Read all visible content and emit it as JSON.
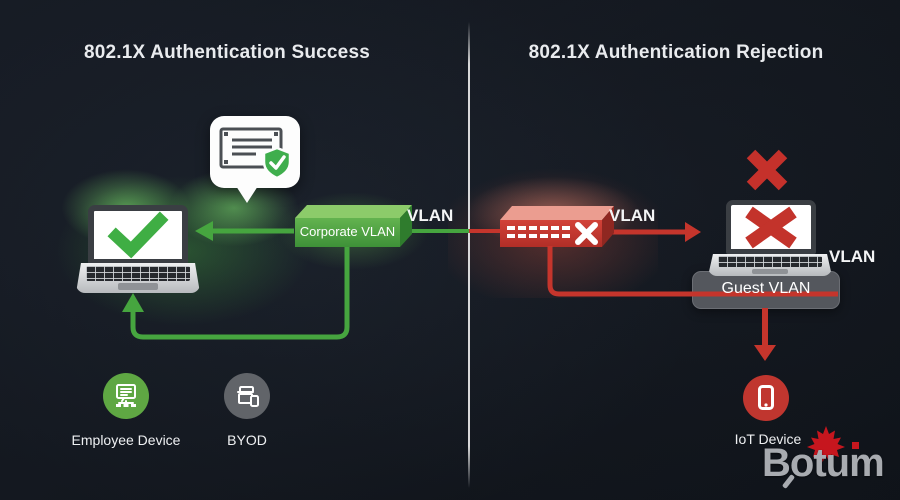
{
  "titles": {
    "left": "802.1X Authentication Success",
    "right": "802.1X Authentication Rejection"
  },
  "network": {
    "corporate_vlan": "Corporate VLAN",
    "guest_vlan": "Guest VLAN",
    "vlan_near_corporate": "VLAN",
    "vlan_near_switch": "VLAN",
    "vlan_near_guest_laptop": "VLAN"
  },
  "devices": [
    {
      "label": "Employee Device",
      "icon": "workstation-icon",
      "color": "#5fa743"
    },
    {
      "label": "BYOD",
      "icon": "byod-devices-icon",
      "color": "#616469"
    },
    {
      "label": "IoT Device",
      "icon": "smartphone-icon",
      "color": "#c0362f"
    }
  ],
  "logo": {
    "text": "Botum",
    "accents": [
      "maple-leaf-icon",
      "magnifier-icon"
    ]
  },
  "colors": {
    "success_green": "#46a53f",
    "danger_red": "#c5352c",
    "background": "#12161d",
    "divider": "#e9e9e9",
    "guest_vlan_box": "#54575d"
  }
}
